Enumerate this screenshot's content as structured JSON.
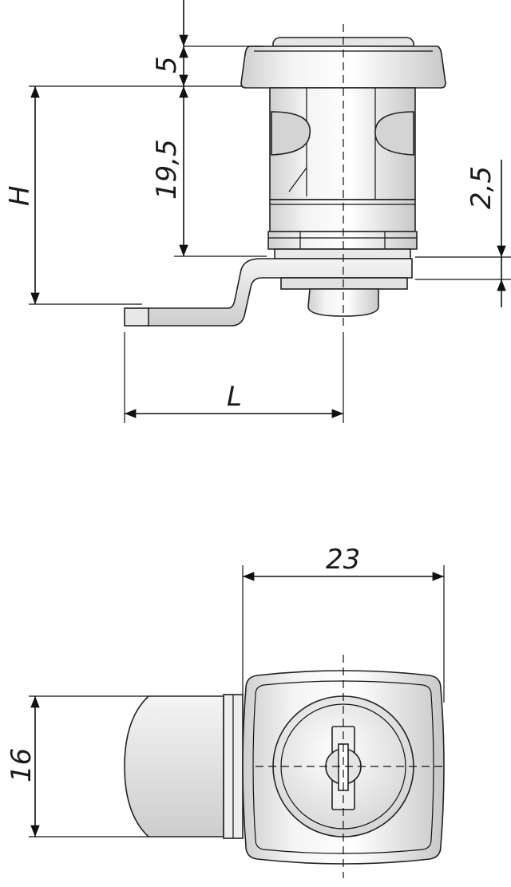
{
  "side_view": {
    "dim_cap_height": "5",
    "dim_body_height": "19,5",
    "dim_total_height": "H",
    "dim_cam_thickness": "2,5",
    "dim_cam_length": "L"
  },
  "front_view": {
    "dim_width": "23",
    "dim_height": "16"
  },
  "colors": {
    "line": "#111111",
    "metal_light": "#f2f2f2",
    "metal_mid": "#d9d9d9",
    "metal_dark": "#b8b8b8"
  }
}
